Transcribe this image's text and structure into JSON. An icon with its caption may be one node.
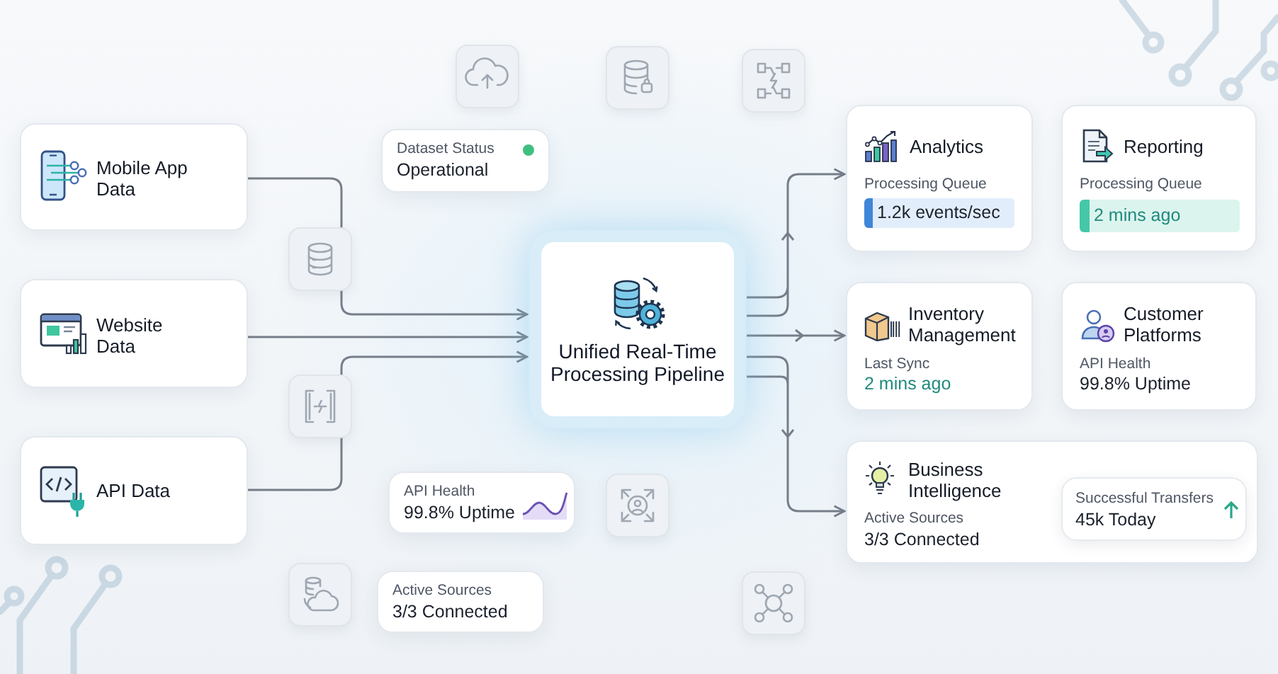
{
  "diagram": {
    "nodes": [
      {
        "text": [
          "Mobile App Data"
        ]
      },
      {
        "text": [
          "Website Data"
        ]
      },
      {
        "text": [
          "API Data"
        ]
      },
      {
        "text": [
          "Dataset Status",
          "Operational"
        ]
      },
      {
        "text": [
          "Unified Real-Time Processing Pipeline"
        ]
      },
      {
        "text": [
          "Analytics",
          "Processing Queue",
          "1.2k events/sec"
        ]
      },
      {
        "text": [
          "Reporting",
          "Processing Queue",
          "2 mins ago"
        ]
      },
      {
        "text": [
          "Inventory Management",
          "Last Sync",
          "2 mins ago"
        ]
      },
      {
        "text": [
          "Customer Platforms",
          "API Health",
          "99.8% Uptime"
        ]
      },
      {
        "text": [
          "Business Intelligence",
          "Active Sources",
          "3/3 Connected"
        ]
      },
      {
        "text": [
          "Successful Transfers",
          "45k Today"
        ],
        "in": 9
      },
      {
        "text": [
          "API Health",
          "99.8% Uptime"
        ]
      },
      {
        "text": [
          "Active Sources",
          "3/3 Connected"
        ]
      }
    ],
    "edges": [
      {
        "from": 0,
        "to": 4,
        "arrow": "to"
      },
      {
        "from": 1,
        "to": 4,
        "arrow": "to"
      },
      {
        "from": 2,
        "to": 4,
        "arrow": "to"
      },
      {
        "from": 4,
        "to": 5,
        "arrow": "to"
      },
      {
        "from": 4,
        "to": 7,
        "arrow": "to"
      },
      {
        "from": 4,
        "to": 9,
        "arrow": "to"
      }
    ]
  }
}
